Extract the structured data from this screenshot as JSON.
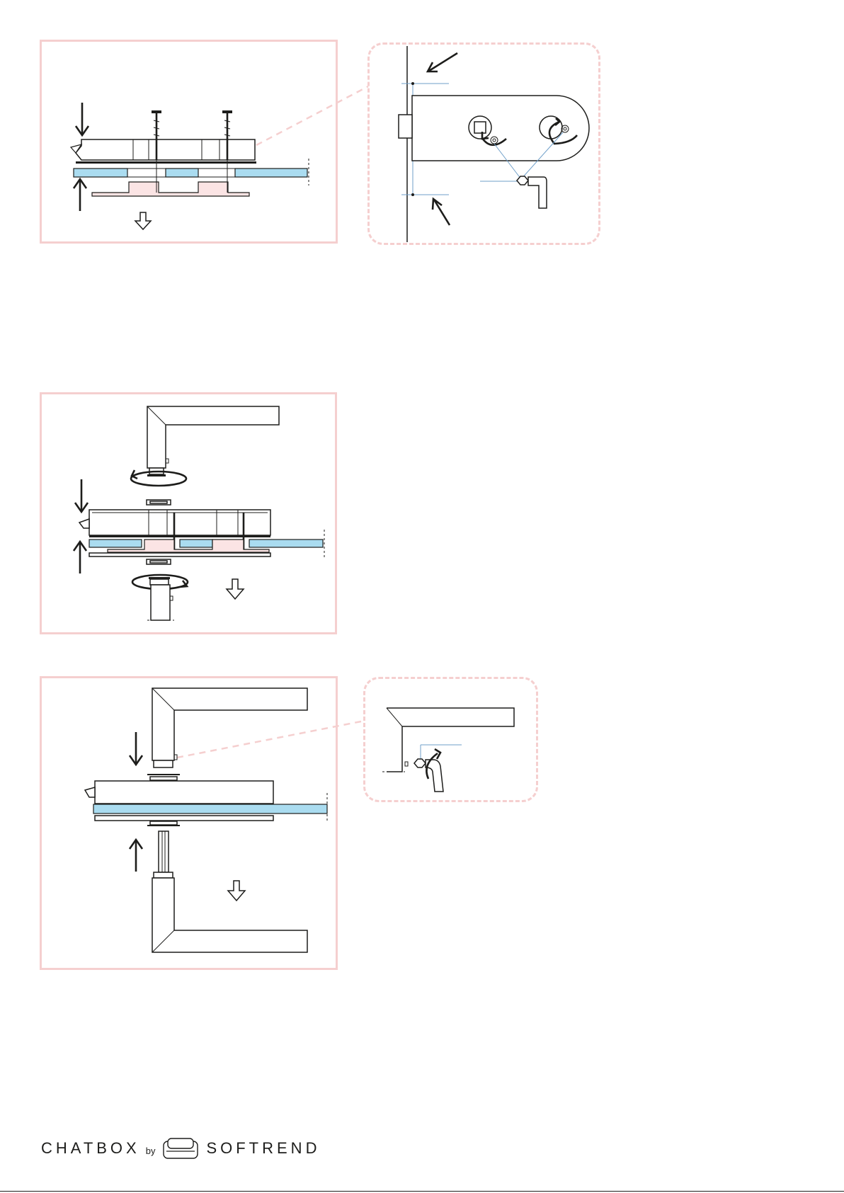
{
  "colors": {
    "frame": "#f5cfcf",
    "glass": "#aadcf0",
    "bracket": "#fbe4e4",
    "guide": "#6f9fc9",
    "ink": "#1d1d1b"
  },
  "steps": [
    {
      "id": "step-1",
      "frame": "solid",
      "detail": "dashed-callout"
    },
    {
      "id": "step-2",
      "frame": "solid"
    },
    {
      "id": "step-3",
      "frame": "solid",
      "detail": "dashed-callout"
    }
  ],
  "icons": [
    "arrow-down-icon",
    "arrow-up-icon",
    "outline-arrow-down-icon",
    "screw-icon",
    "hex-key-icon",
    "rotate-icon",
    "lever-handle-icon"
  ],
  "footer": {
    "brand": "CHATBOX",
    "by": "by",
    "partner": "SOFTREND"
  }
}
